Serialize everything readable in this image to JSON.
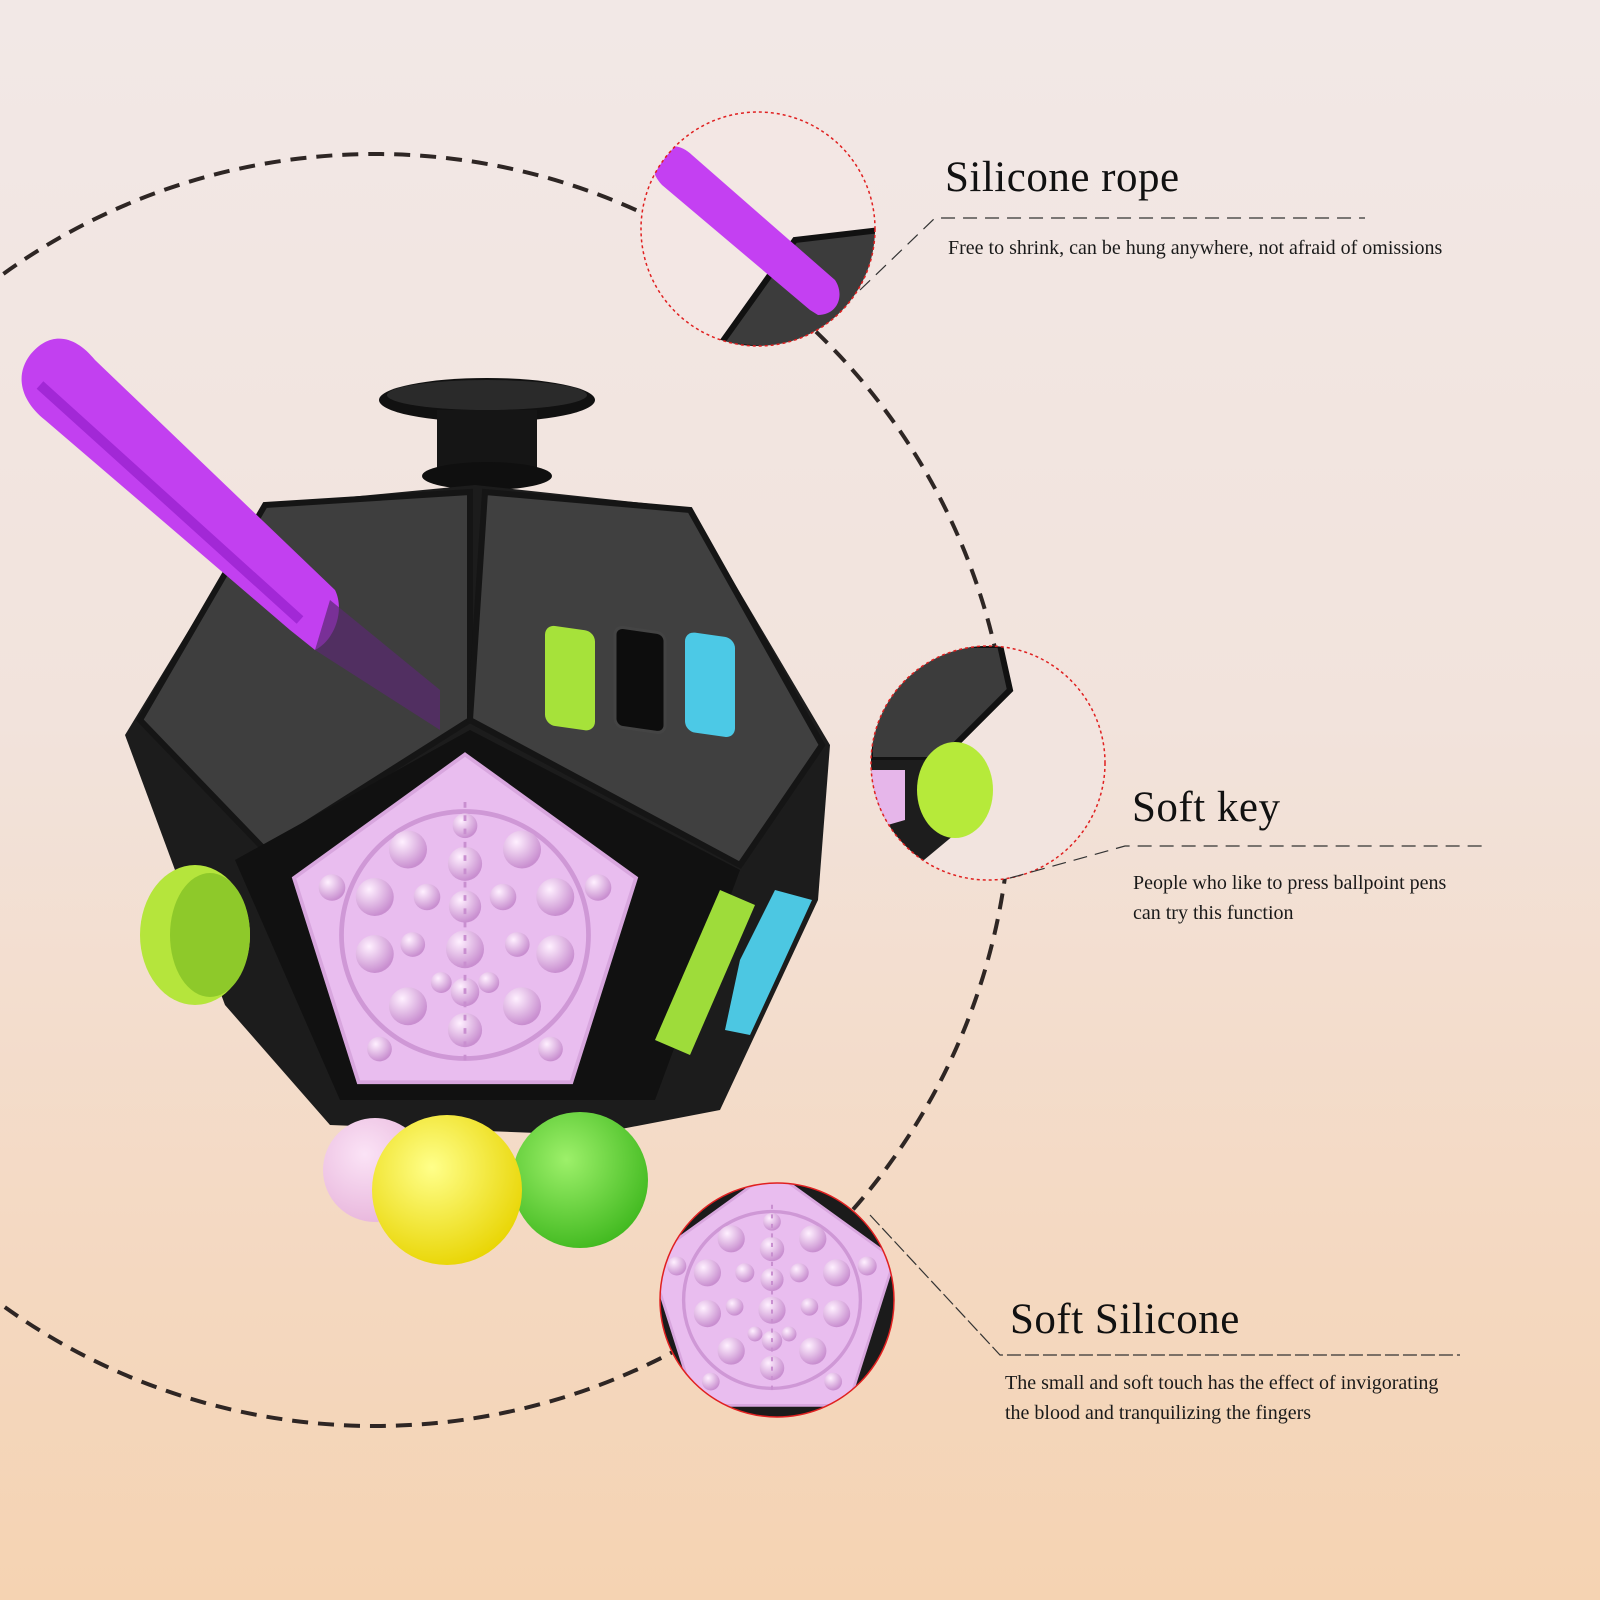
{
  "features": [
    {
      "title": "Silicone rope",
      "description": [
        "Free to shrink, can be hung anywhere, not afraid of omissions"
      ]
    },
    {
      "title": "Soft key",
      "description": [
        "People who like to press ballpoint pens",
        "can try this function"
      ]
    },
    {
      "title": "Soft Silicone",
      "description": [
        "The small and soft touch has the effect of invigorating",
        "the blood and tranquilizing the fingers"
      ]
    }
  ],
  "colors": {
    "body": "#2b2b2b",
    "rope": "#c23ff0",
    "pad": "#e8b8ee",
    "key": "#b8ec3a",
    "accent_cyan": "#42c8e8",
    "callout_border": "#e02020"
  }
}
